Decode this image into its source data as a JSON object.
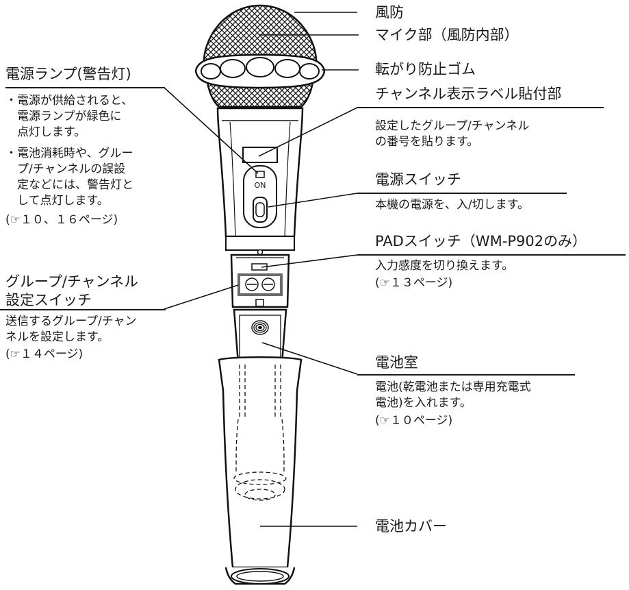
{
  "labels": {
    "windscreen": "風防",
    "mic_unit": "マイク部（風防内部）",
    "anti_roll_rubber": "転がり防止ゴム",
    "channel_label_area": "チャンネル表示ラベル貼付部",
    "channel_label_desc": "設定したグループ/チャンネル\nの番号を貼ります。",
    "power_switch": "電源スイッチ",
    "power_switch_desc": "本機の電源を、入/切します。",
    "pad_switch": "PADスイッチ（WM-P902のみ）",
    "pad_switch_desc": "入力感度を切り換えます。",
    "pad_switch_ref": "(☞１３ページ)",
    "battery_compartment": "電池室",
    "battery_compartment_desc": "電池(乾電池または専用充電式\n電池)を入れます。",
    "battery_compartment_ref": "(☞１０ページ)",
    "battery_cover": "電池カバー",
    "power_lamp": "電源ランプ(警告灯)",
    "power_lamp_desc1": "・電源が供給されると、\n　電源ランプが緑色に\n　点灯します。",
    "power_lamp_desc2": "・電池消耗時や、グルー\n　プ/チャンネルの誤設\n　定などには、警告灯と\n　して点灯します。",
    "power_lamp_ref": "(☞１０、１６ページ)",
    "group_channel_switch": "グループ/チャンネル\n設定スイッチ",
    "group_channel_desc": "送信するグループ/チャン\nネルを設定します。",
    "group_channel_ref": "(☞１４ページ)",
    "switch_on": "ON"
  }
}
